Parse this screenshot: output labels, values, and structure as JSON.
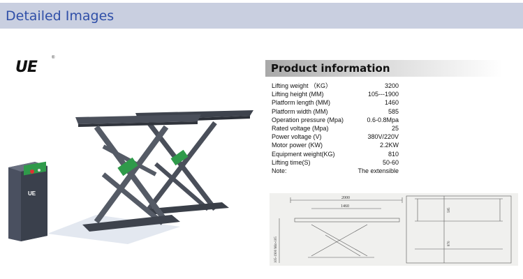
{
  "header": {
    "title": "Detailed Images"
  },
  "logo": {
    "text": "UE",
    "mark": "®"
  },
  "product_info": {
    "title": "Product information",
    "specs": [
      {
        "label": "Lifting weight  （KG）",
        "value": "3200"
      },
      {
        "label": "Lifting height (MM)",
        "value": "105---1900"
      },
      {
        "label": "Platform length (MM)",
        "value": "1460"
      },
      {
        "label": "Platform width (MM)",
        "value": "585"
      },
      {
        "label": "Operation pressure (Mpa)",
        "value": "0.6-0.8Mpa"
      },
      {
        "label": "Rated voltage (Mpa)",
        "value": "25"
      },
      {
        "label": "Power voltage (V)",
        "value": "380V/220V"
      },
      {
        "label": "Motor power (KW)",
        "value": "2.2KW"
      },
      {
        "label": "Equipment weight(KG)",
        "value": "810"
      },
      {
        "label": "Lifting time(S)",
        "value": "50-60"
      },
      {
        "label": "Note:",
        "value": "The extensible"
      }
    ]
  },
  "drawing": {
    "dim_total": "2000",
    "dim_platform": "1460",
    "dim_height": "105-1900 Min-105",
    "dim_width": "585",
    "dim_overall_width": "870"
  },
  "control_box": {
    "label": "UE"
  },
  "colors": {
    "header_bg": "#c9cfe0",
    "header_text": "#2f4fa8",
    "lift_body": "#4a4f5a",
    "hydraulic": "#2f9a4a"
  }
}
